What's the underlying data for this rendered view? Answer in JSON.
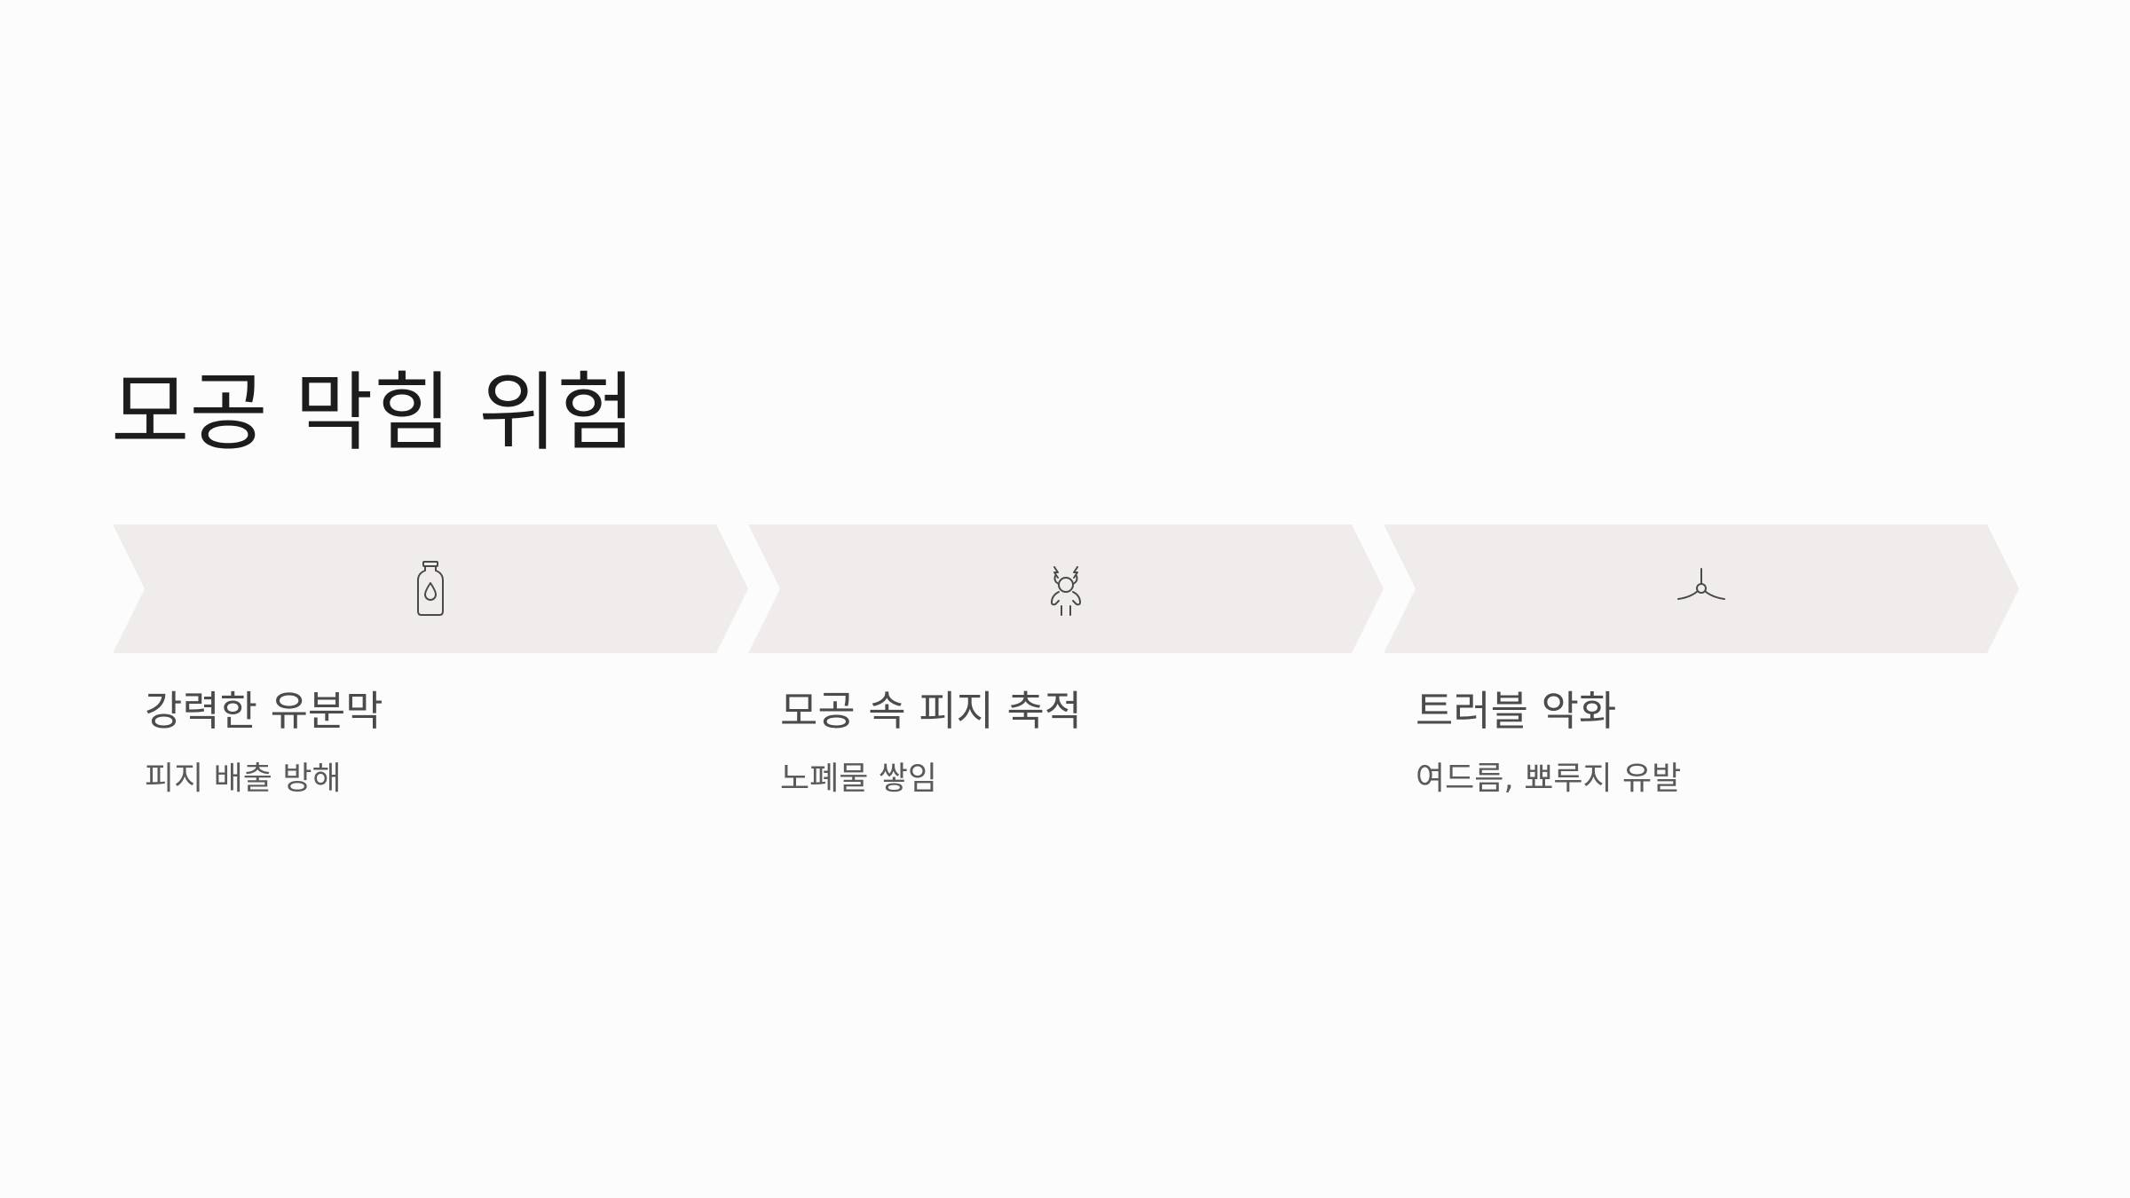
{
  "slide": {
    "title": "모공 막힘 위험",
    "colors": {
      "background": "#fcfcfc",
      "chevron_fill": "#f1ecec",
      "icon_stroke": "#4a4a4a",
      "title": "#1c1c1c",
      "body_text": "#4b4b4b"
    },
    "steps": [
      {
        "icon": "oil-bottle-drop-icon",
        "title": "강력한 유분막",
        "desc": "피지 배출 방해"
      },
      {
        "icon": "stressed-person-icon",
        "title": "모공 속 피지 축적",
        "desc": "노폐물 쌓임"
      },
      {
        "icon": "branching-split-icon",
        "title": "트러블 악화",
        "desc": "여드름, 뾰루지 유발"
      }
    ]
  }
}
